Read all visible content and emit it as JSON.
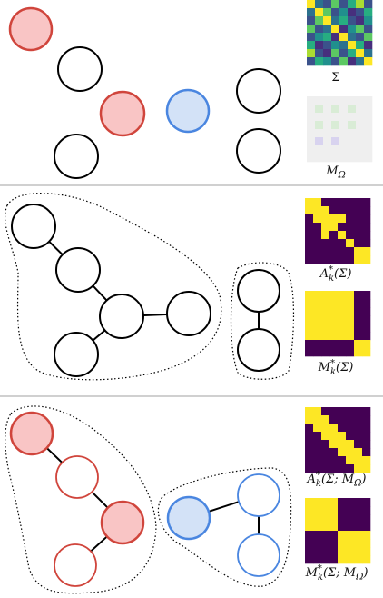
{
  "colors": {
    "red_stroke": "#d0453c",
    "red_fill": "#f9c5c5",
    "blue_stroke": "#4a86e0",
    "blue_fill": "#d3e2f7",
    "black": "#000000",
    "divider": "#a0a0a0"
  },
  "panels": [
    {
      "id": "top",
      "matrices": [
        {
          "label": "Σ",
          "kind": "heatmap-viridis"
        },
        {
          "label": "M_Ω",
          "kind": "mask-pastel"
        }
      ]
    },
    {
      "id": "middle",
      "matrices": [
        {
          "label": "A*_k(Σ)",
          "kind": "binary"
        },
        {
          "label": "M*_k(Σ)",
          "kind": "binary-blocks"
        }
      ]
    },
    {
      "id": "bottom",
      "matrices": [
        {
          "label": "A*_k(Σ; M_Ω)",
          "kind": "binary"
        },
        {
          "label": "M*_k(Σ; M_Ω)",
          "kind": "binary-blocks"
        }
      ]
    }
  ]
}
